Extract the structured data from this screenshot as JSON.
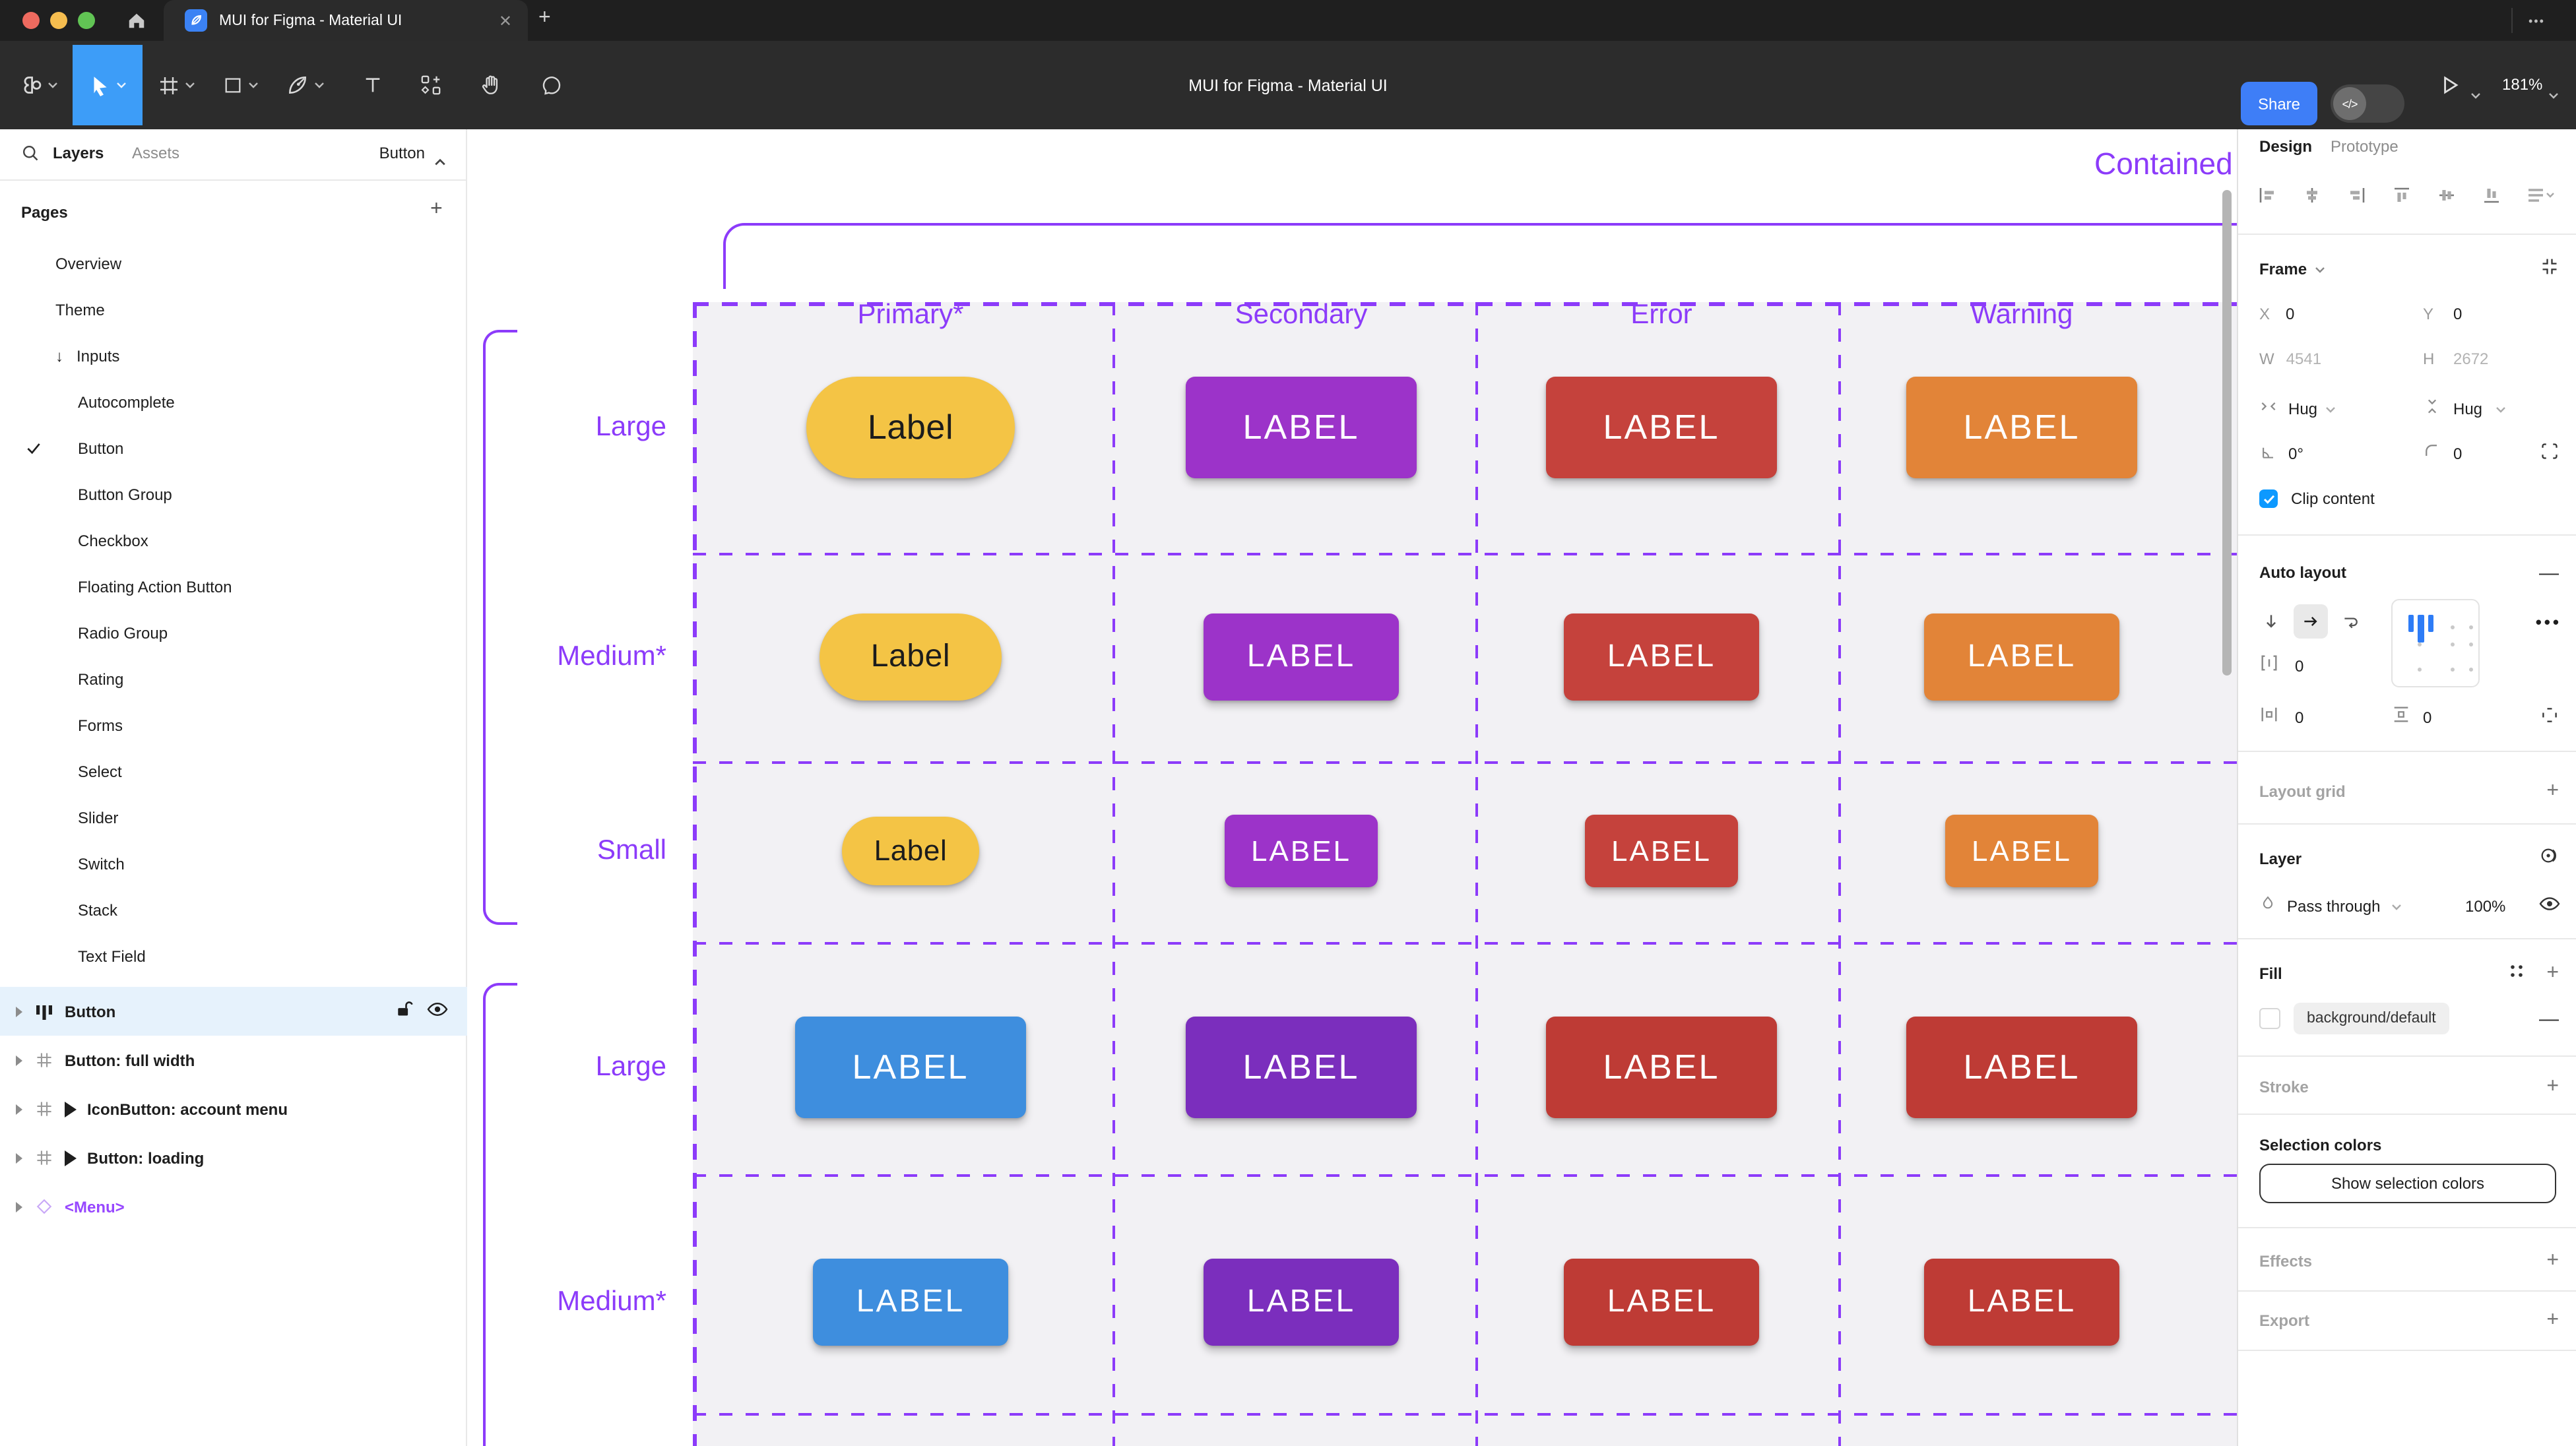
{
  "titlebar": {
    "tab_title": "MUI for Figma - Material UI",
    "close_glyph": "✕",
    "new_tab_glyph": "+",
    "more_glyph": "•••"
  },
  "toolbar": {
    "doc_title": "MUI for Figma - Material UI",
    "share_label": "Share",
    "dev_toggle_glyph": "</>",
    "zoom_level": "181%"
  },
  "left_sidebar": {
    "tabs": {
      "layers": "Layers",
      "assets": "Assets"
    },
    "filter_label": "Button",
    "pages_header": "Pages",
    "pages": [
      {
        "label": "Overview",
        "level": 1
      },
      {
        "label": "Theme",
        "level": 1
      },
      {
        "label": "Inputs",
        "level": 1,
        "arrow": "↓"
      },
      {
        "label": "Autocomplete",
        "level": 2
      },
      {
        "label": "Button",
        "level": 2,
        "checked": true
      },
      {
        "label": "Button Group",
        "level": 2
      },
      {
        "label": "Checkbox",
        "level": 2
      },
      {
        "label": "Floating Action Button",
        "level": 2
      },
      {
        "label": "Radio Group",
        "level": 2
      },
      {
        "label": "Rating",
        "level": 2
      },
      {
        "label": "Forms",
        "level": 2
      },
      {
        "label": "Select",
        "level": 2
      },
      {
        "label": "Slider",
        "level": 2
      },
      {
        "label": "Switch",
        "level": 2
      },
      {
        "label": "Stack",
        "level": 2
      },
      {
        "label": "Text Field",
        "level": 2
      }
    ],
    "layers": [
      {
        "label": "Button",
        "icon": "auto-layout-icon",
        "selected": true,
        "lock": "unlocked",
        "visible": true
      },
      {
        "label": "Button: full width",
        "icon": "frame-icon"
      },
      {
        "label": "IconButton: account menu",
        "icon": "frame-icon",
        "play": true
      },
      {
        "label": "Button: loading",
        "icon": "frame-icon",
        "play": true
      },
      {
        "label": "<Menu>",
        "icon": "instance-diamond-icon",
        "purple": true
      }
    ]
  },
  "canvas": {
    "frame_title": "Contained",
    "columns": [
      "Primary*",
      "Secondary",
      "Error",
      "Warning"
    ],
    "column_centers": [
      336,
      632,
      905,
      1178
    ],
    "row_centers": [
      226,
      400,
      547,
      711,
      889
    ],
    "dash_h_lines": [
      321,
      479,
      616,
      792,
      973
    ],
    "dash_v_lines": [
      489,
      764,
      1039
    ],
    "colors": {
      "yellow": "#F4C445",
      "purple": "#9C33C9",
      "red": "#C5423C",
      "orange": "#E28438",
      "blue": "#3E8EDE",
      "deep_purple": "#7B2EBD",
      "dark_red": "#BE3B35",
      "guide_purple": "#8C3BFA"
    },
    "rows": [
      {
        "label": "Large",
        "size": "L",
        "cells": [
          {
            "text": "Label",
            "color": "yellow",
            "pill": true
          },
          {
            "text": "LABEL",
            "color": "purple"
          },
          {
            "text": "LABEL",
            "color": "red"
          },
          {
            "text": "LABEL",
            "color": "orange"
          }
        ]
      },
      {
        "label": "Medium*",
        "size": "M",
        "cells": [
          {
            "text": "Label",
            "color": "yellow",
            "pill": true
          },
          {
            "text": "LABEL",
            "color": "purple"
          },
          {
            "text": "LABEL",
            "color": "red"
          },
          {
            "text": "LABEL",
            "color": "orange"
          }
        ]
      },
      {
        "label": "Small",
        "size": "S",
        "cells": [
          {
            "text": "Label",
            "color": "yellow",
            "pill": true
          },
          {
            "text": "LABEL",
            "color": "purple"
          },
          {
            "text": "LABEL",
            "color": "red"
          },
          {
            "text": "LABEL",
            "color": "orange"
          }
        ]
      },
      {
        "label": "Large",
        "size": "L",
        "cells": [
          {
            "text": "LABEL",
            "color": "blue"
          },
          {
            "text": "LABEL",
            "color": "deep_purple"
          },
          {
            "text": "LABEL",
            "color": "dark_red"
          },
          {
            "text": "LABEL",
            "color": "dark_red"
          }
        ]
      },
      {
        "label": "Medium*",
        "size": "M",
        "cells": [
          {
            "text": "LABEL",
            "color": "blue"
          },
          {
            "text": "LABEL",
            "color": "deep_purple"
          },
          {
            "text": "LABEL",
            "color": "dark_red"
          },
          {
            "text": "LABEL",
            "color": "dark_red"
          }
        ]
      }
    ],
    "sizes": {
      "L": [
        175,
        77,
        26
      ],
      "M": [
        148,
        66,
        24
      ],
      "S": [
        116,
        55,
        22
      ]
    },
    "pill_sizes": {
      "L": [
        158,
        77
      ],
      "M": [
        138,
        66
      ],
      "S": [
        104,
        52
      ]
    }
  },
  "right_panel": {
    "tabs": {
      "design": "Design",
      "prototype": "Prototype"
    },
    "frame": {
      "title": "Frame",
      "x_label": "X",
      "x": "0",
      "y_label": "Y",
      "y": "0",
      "w_label": "W",
      "w": "4541",
      "h_label": "H",
      "h": "2672",
      "hug_h": "Hug",
      "hug_v": "Hug",
      "rotation": "0°",
      "corner_radius": "0",
      "clip_label": "Clip content"
    },
    "auto_layout": {
      "title": "Auto layout",
      "gap": "0",
      "padding_h": "0",
      "padding_v": "0"
    },
    "layout_grid": {
      "title": "Layout grid"
    },
    "layer": {
      "title": "Layer",
      "blend_mode": "Pass through",
      "opacity": "100%"
    },
    "fill": {
      "title": "Fill",
      "token": "background/default"
    },
    "stroke": {
      "title": "Stroke"
    },
    "selection_colors": {
      "title": "Selection colors",
      "button_label": "Show selection colors"
    },
    "effects": {
      "title": "Effects"
    },
    "export": {
      "title": "Export"
    }
  }
}
